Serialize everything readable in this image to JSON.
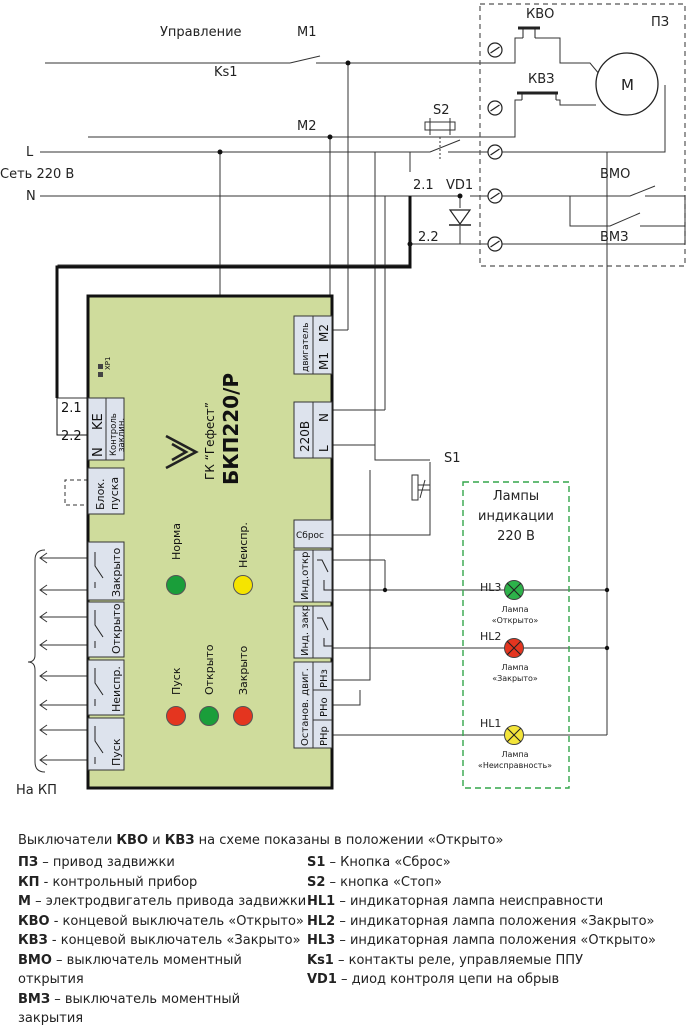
{
  "schema": {
    "control_label": "Управление",
    "m1": "M1",
    "m2": "M2",
    "ks1": "Ks1",
    "line_l": "L",
    "mains": "Сеть 220 В",
    "line_n": "N",
    "s2": "S2",
    "vd1": "VD1",
    "t21_top": "2.1",
    "t22_top": "2.2",
    "pz": "ПЗ",
    "kvo": "КВО",
    "kvz": "КВЗ",
    "motor": "M",
    "vmo": "ВМО",
    "vmz": "ВМЗ",
    "s1": "S1",
    "lamps_title": [
      "Лампы",
      "индикации",
      "220 В"
    ],
    "hl3": "HL3",
    "hl2": "HL2",
    "hl1": "HL1",
    "lamp_open": [
      "Лампа",
      "«Открыто»"
    ],
    "lamp_closed": [
      "Лампа",
      "«Закрыто»"
    ],
    "lamp_fault": [
      "Лампа",
      "«Неисправность»"
    ],
    "na_kp": "На КП",
    "colors": {
      "board": "#cfdc9c",
      "panel": "#dde3ed",
      "green_dash": "#33a64a"
    }
  },
  "board": {
    "model": "БКП220/Р",
    "brand": "ГК “Гефест”",
    "xp1": "XP1",
    "t21": "2.1",
    "t22": "2.2",
    "n": "N",
    "ke": "KE",
    "control_break": [
      "Контроль",
      "заклин."
    ],
    "block_start": [
      "Блок.",
      "пуска"
    ],
    "motor_block": "двигатель",
    "m1": "M1",
    "m2": "M2",
    "v220": "220В",
    "n_term": "N",
    "l_term": "L",
    "reset": "Сброс",
    "ind_open": "Инд.откр",
    "ind_closed": "Инд. закр",
    "stop_motor": "Останов. двиг.",
    "rnz": "РНз",
    "rno": "РНо",
    "rnr": "РНр",
    "closed": "Закрыто",
    "opened": "Открыто",
    "fault": "Неиспр.",
    "start": "Пуск",
    "led_norm": "Норма",
    "led_fault": "Неиспр.",
    "led_start": "Пуск",
    "led_open": "Открыто",
    "led_closed": "Закрыто",
    "led_colors": {
      "green": "#1a9e3a",
      "yellow": "#f5e400",
      "red": "#e4351f"
    }
  },
  "legend": {
    "note": {
      "pre": "Выключатели ",
      "kvo": "КВО",
      "and": " и ",
      "kvz": "КВЗ",
      "post": " на схеме показаны в положении «Открыто»"
    },
    "left": [
      {
        "key": "ПЗ",
        "text": " – привод задвижки"
      },
      {
        "key": "КП",
        "text": " - контрольный прибор"
      },
      {
        "key": "М",
        "text": " – электродвигатель привода задвижки"
      },
      {
        "key": "КВО",
        "text": " - концевой выключатель «Открыто»"
      },
      {
        "key": "КВЗ",
        "text": " - концевой выключатель «Закрыто»"
      },
      {
        "key": "ВМО",
        "text": " – выключатель моментный открытия"
      },
      {
        "key": "ВМЗ",
        "text": " – выключатель моментный закрытия"
      }
    ],
    "right": [
      {
        "key": "S1",
        "text": " – Кнопка «Сброс»"
      },
      {
        "key": "S2",
        "text": " – кнопка «Стоп»"
      },
      {
        "key": "HL1",
        "text": " – индикаторная лампа неисправности"
      },
      {
        "key": "HL2",
        "text": " – индикаторная лампа положения «Закрыто»"
      },
      {
        "key": "HL3",
        "text": " – индикаторная лампа положения «Открыто»"
      },
      {
        "key": "Ks1",
        "text": " – контакты реле, управляемые ППУ"
      },
      {
        "key": "VD1",
        "text": " – диод контроля цепи на обрыв"
      }
    ]
  }
}
